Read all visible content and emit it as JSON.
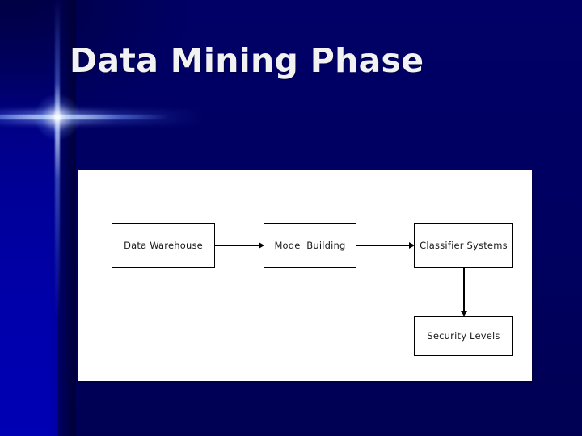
{
  "slide": {
    "title": "Data Mining Phase",
    "background_color_dark": "#000066",
    "background_color_bright": "#0000b4",
    "title_color": "#f2f2f2",
    "panel_color": "#ffffff"
  },
  "diagram": {
    "type": "flowchart",
    "nodes": [
      {
        "id": "warehouse",
        "label": "Data Warehouse"
      },
      {
        "id": "model",
        "label": "Mode  Building"
      },
      {
        "id": "classifier",
        "label": "Classifier Systems"
      },
      {
        "id": "security",
        "label": "Security Levels"
      }
    ],
    "edges": [
      {
        "from": "warehouse",
        "to": "model",
        "direction": "right"
      },
      {
        "from": "model",
        "to": "classifier",
        "direction": "right"
      },
      {
        "from": "classifier",
        "to": "security",
        "direction": "down"
      }
    ],
    "line_color": "#000000",
    "node_fill": "#ffffff"
  }
}
